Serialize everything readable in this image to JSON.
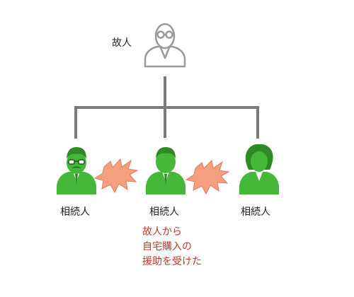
{
  "deceased": {
    "label": "故人",
    "icon": "elderly-person-with-glasses-icon"
  },
  "heirs": [
    {
      "label": "相続人",
      "icon": "person-with-mustache-and-glasses-icon"
    },
    {
      "label": "相続人",
      "icon": "person-icon"
    },
    {
      "label": "相続人",
      "icon": "woman-icon"
    }
  ],
  "conflict_icon": "conflict-burst-icon",
  "note": {
    "lines": [
      "故人から",
      "自宅購入の",
      "援助を受けた"
    ]
  },
  "colors": {
    "deceased_outline": "#9a9a9a",
    "heir_green": "#45b83a",
    "tree_line": "#7a7a7a",
    "burst_fill": "#f4a07e",
    "burst_stroke": "#e07a5a",
    "note_text": "#c0392b"
  }
}
